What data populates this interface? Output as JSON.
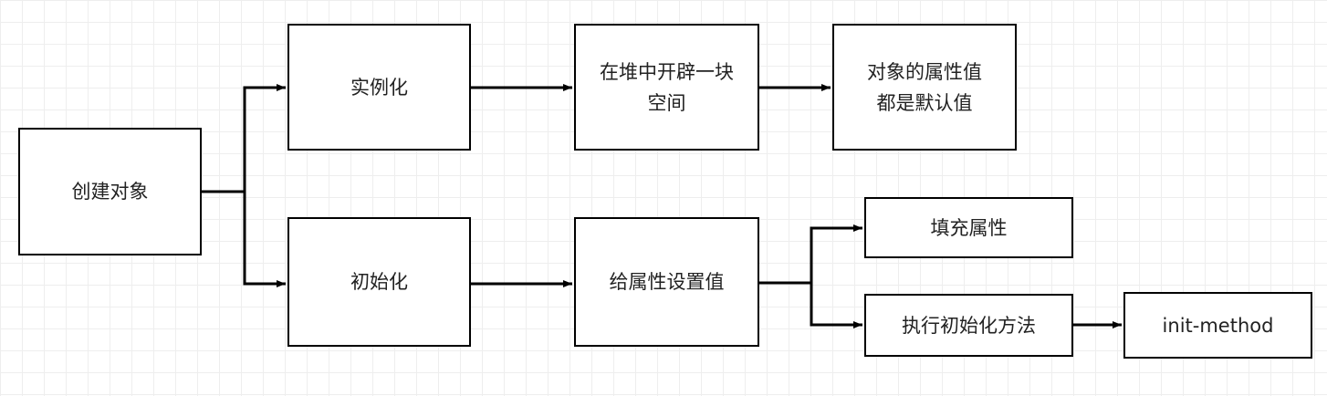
{
  "nodes": {
    "create_object": "创建对象",
    "instantiate": "实例化",
    "heap_alloc": "在堆中开辟一块空间",
    "default_values": "对象的属性值都是默认值",
    "initialize": "初始化",
    "set_properties": "给属性设置值",
    "fill_properties": "填充属性",
    "run_init_method": "执行初始化方法",
    "init_method": "init-method"
  }
}
